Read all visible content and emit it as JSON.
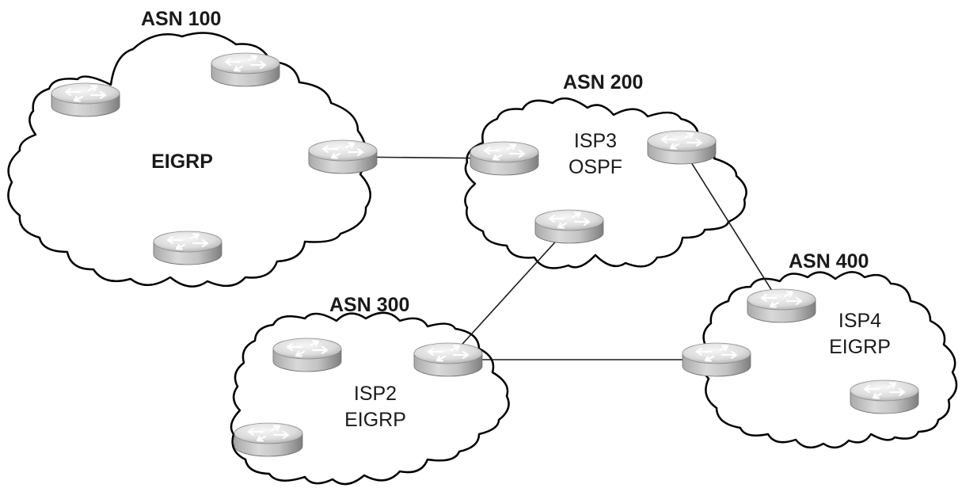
{
  "domains": [
    {
      "id": "asn100",
      "asn_label": "ASN 100",
      "protocol_lines": [
        "EIGRP"
      ],
      "protocol_bold": true
    },
    {
      "id": "asn200",
      "asn_label": "ASN 200",
      "protocol_lines": [
        "ISP3",
        "OSPF"
      ],
      "protocol_bold": false
    },
    {
      "id": "asn300",
      "asn_label": "ASN 300",
      "protocol_lines": [
        "ISP2",
        "EIGRP"
      ],
      "protocol_bold": false
    },
    {
      "id": "asn400",
      "asn_label": "ASN 400",
      "protocol_lines": [
        "ISP4",
        "EIGRP"
      ],
      "protocol_bold": false
    }
  ],
  "routers": [
    {
      "id": "r100a",
      "domain": "asn100"
    },
    {
      "id": "r100b",
      "domain": "asn100"
    },
    {
      "id": "r100c",
      "domain": "asn100"
    },
    {
      "id": "r100d",
      "domain": "asn100"
    },
    {
      "id": "r200a",
      "domain": "asn200"
    },
    {
      "id": "r200b",
      "domain": "asn200"
    },
    {
      "id": "r200c",
      "domain": "asn200"
    },
    {
      "id": "r300a",
      "domain": "asn300"
    },
    {
      "id": "r300b",
      "domain": "asn300"
    },
    {
      "id": "r300c",
      "domain": "asn300"
    },
    {
      "id": "r400a",
      "domain": "asn400"
    },
    {
      "id": "r400b",
      "domain": "asn400"
    },
    {
      "id": "r400c",
      "domain": "asn400"
    }
  ],
  "links": [
    {
      "from": "r100c",
      "to": "r200a"
    },
    {
      "from": "r200b",
      "to": "r400a"
    },
    {
      "from": "r200c",
      "to": "r300b"
    },
    {
      "from": "r300b",
      "to": "r400b"
    }
  ],
  "colors": {
    "cloud_fill": "#ffffff",
    "cloud_stroke": "#000000",
    "router_light": "#f1f1f1",
    "router_mid": "#bdbdbd",
    "router_dark": "#7c7c7c",
    "link": "#1a1a1a",
    "text": "#1a1a1a"
  },
  "icon": "router-icon"
}
